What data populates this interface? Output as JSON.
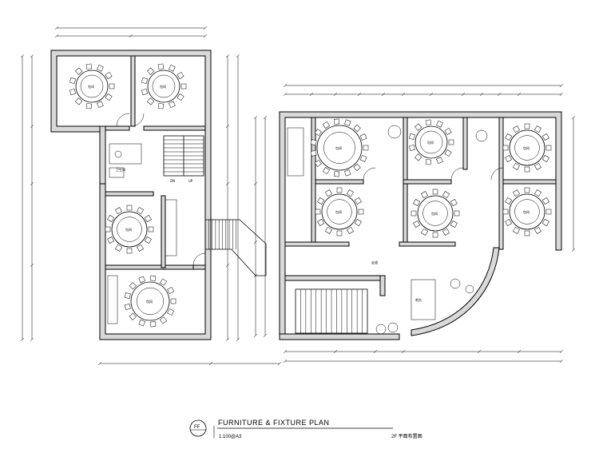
{
  "title_block": {
    "code": "FF",
    "title": "FURNITURE & FIXTURE PLAN",
    "scale": "1:100@A3",
    "floor_label": "2F 平面布置图"
  },
  "rooms": [
    {
      "id": "p1",
      "name": "包间"
    },
    {
      "id": "p2",
      "name": "包间"
    },
    {
      "id": "p3",
      "name": "包间"
    },
    {
      "id": "p4",
      "name": "包间"
    },
    {
      "id": "p5",
      "name": "包间"
    },
    {
      "id": "p6",
      "name": "包间"
    },
    {
      "id": "p7",
      "name": "包间"
    },
    {
      "id": "p8",
      "name": "包间"
    },
    {
      "id": "p9",
      "name": "包间"
    },
    {
      "id": "p10",
      "name": "包间"
    },
    {
      "id": "p11",
      "name": "包间"
    }
  ],
  "annotations": {
    "up": "UP",
    "dn": "DN",
    "corridor": "走道",
    "toilet": "卫生间",
    "bar": "吧台"
  }
}
